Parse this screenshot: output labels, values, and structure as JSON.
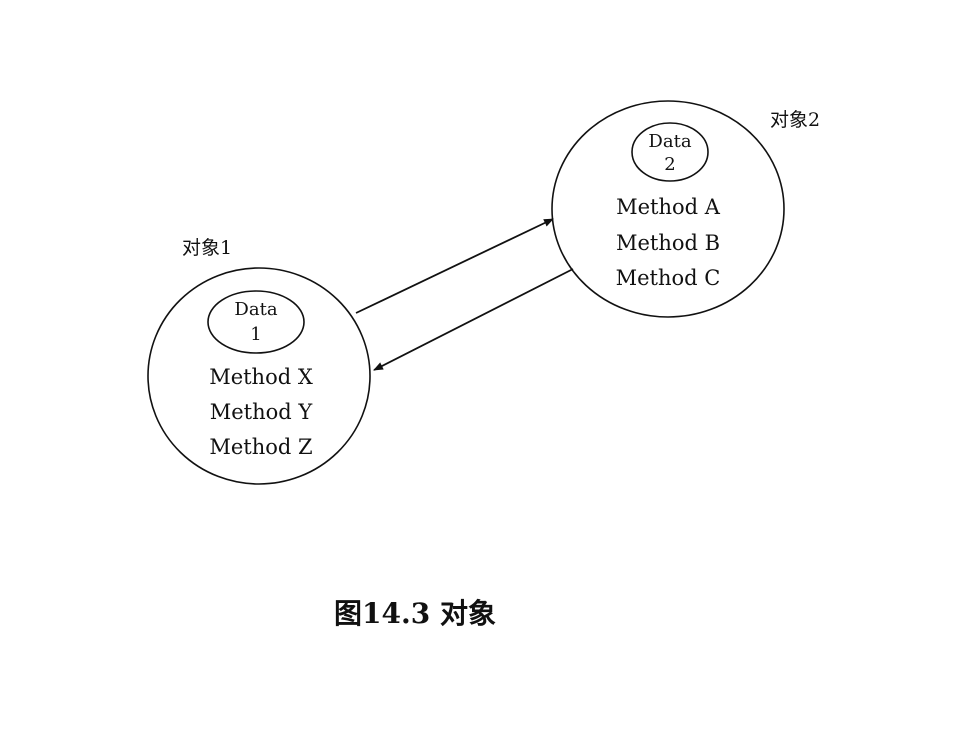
{
  "object1": {
    "label": "对象1",
    "data_label": "Data",
    "data_index": "1",
    "methods": [
      "Method X",
      "Method Y",
      "Method Z"
    ]
  },
  "object2": {
    "label": "对象2",
    "data_label": "Data",
    "data_index": "2",
    "methods": [
      "Method A",
      "Method B",
      "Method C"
    ]
  },
  "caption": "图14.3 对象"
}
